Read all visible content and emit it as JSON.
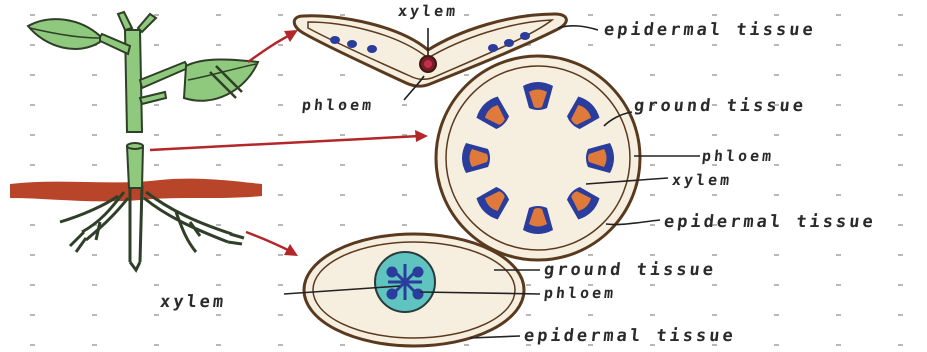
{
  "labels": {
    "leaf_xylem": "xylem",
    "leaf_epidermal": "epidermal tissue",
    "leaf_phloem": "phloem",
    "stem_ground": "ground tissue",
    "stem_phloem": "phloem",
    "stem_xylem": "xylem",
    "stem_epidermal": "epidermal tissue",
    "root_ground": "ground tissue",
    "root_xylem": "xylem",
    "root_phloem": "phloem",
    "root_epidermal": "epidermal tissue"
  },
  "colors": {
    "paper": "#ffffff",
    "dot_grid": "#b8b8b8",
    "outline": "#5a3a1e",
    "cortex_fill": "#f6eedf",
    "plant_green": "#8ec97d",
    "plant_outline": "#2f3f28",
    "soil": "#b8452a",
    "arrow": "#b3262a",
    "phloem_blue": "#2a3c9c",
    "xylem_orange": "#e07a3a",
    "root_stele": "#5fc4c0",
    "leader": "#222222"
  }
}
